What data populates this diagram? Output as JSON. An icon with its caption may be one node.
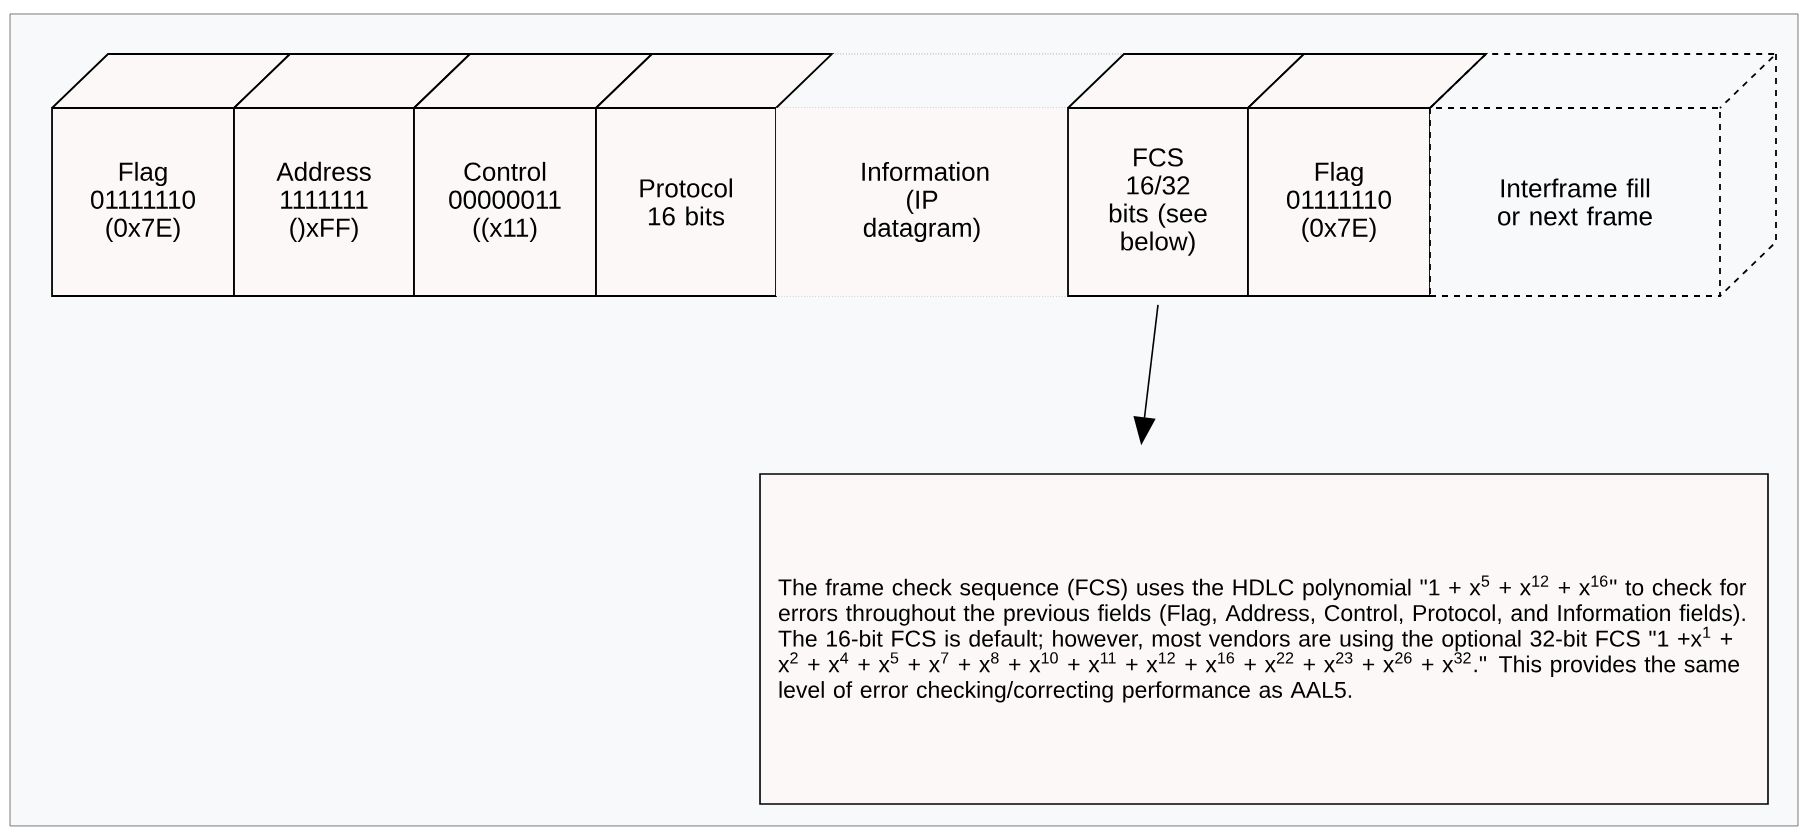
{
  "diagram": {
    "nodes": [
      {
        "text": [
          "Flag",
          "01111110 (0x7E)"
        ]
      },
      {
        "text": [
          "Address",
          "1111111 ()xFF)"
        ]
      },
      {
        "text": [
          "Control",
          "00000011 ((x11)"
        ]
      },
      {
        "text": [
          "Protocol",
          "16 bits"
        ]
      },
      {
        "text": [
          "Information",
          "(IP datagram)"
        ]
      },
      {
        "text": [
          "FCS",
          "16/32 bits (see below)"
        ]
      },
      {
        "text": [
          "Flag",
          "01111110 (0x7E)"
        ]
      },
      {
        "text": [
          "Interframe fill or next frame"
        ]
      },
      {
        "text": [
          "The frame check sequence (FCS) uses the HDLC polynomial \"1 + x$^{5}$ + x$^{12}$ + x$^{16}$\" to check for errors throughout the previous fields (Flag, Address, Control, Protocol, and Information fields). The 16-bit FCS is default; however, most vendors are using the optional 32-bit FCS \"1 +x$^{1}$ + x$^{2}$ + x$^{4}$ + x$^{5}$ + x$^{7}$ + x$^{8}$ + x$^{10}$ + x$^{11}$ + x$^{12}$ + x$^{16}$ + x$^{22}$ + x$^{23}$ + x$^{26}$ + x$^{32}$.\" This provides the same level of error checking/correcting performance as AAL5."
        ]
      }
    ],
    "edges": [
      {
        "from": 5,
        "to": 8,
        "arrow": "to"
      }
    ]
  }
}
